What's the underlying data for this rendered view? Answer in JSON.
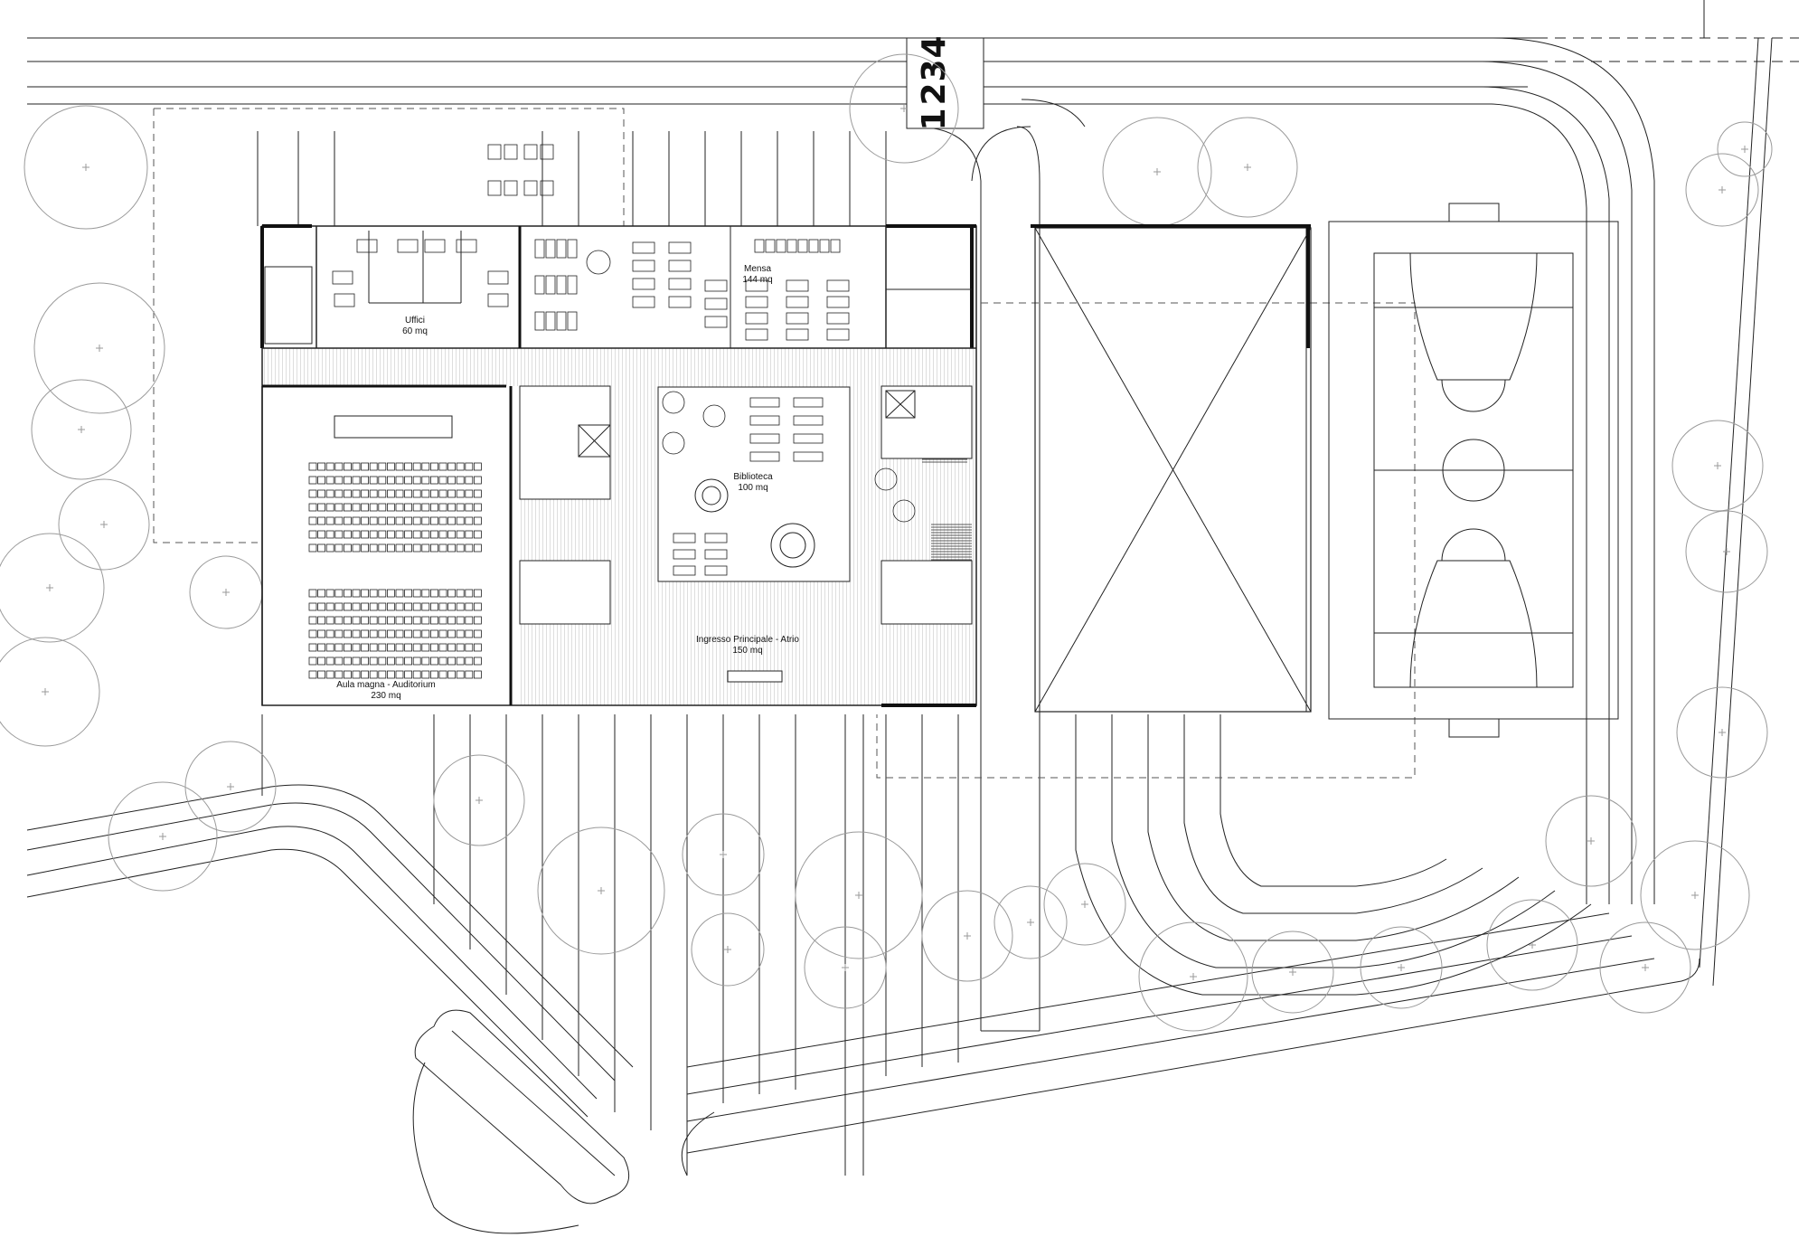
{
  "section_numbers": [
    "1",
    "2",
    "3",
    "4"
  ],
  "rooms": {
    "uffici": {
      "name": "Uffici",
      "area": "60 mq"
    },
    "mensa": {
      "name": "Mensa",
      "area": "144 mq"
    },
    "biblioteca": {
      "name": "Biblioteca",
      "area": "100 mq"
    },
    "ingresso": {
      "name": "Ingresso Principale - Atrio",
      "area": "150 mq"
    },
    "auditorium": {
      "name": "Aula magna - Auditorium",
      "area": "230 mq"
    }
  },
  "colors": {
    "line": "#222222",
    "tree": "#9a9a9a",
    "hatch": "#c8c8c8"
  }
}
